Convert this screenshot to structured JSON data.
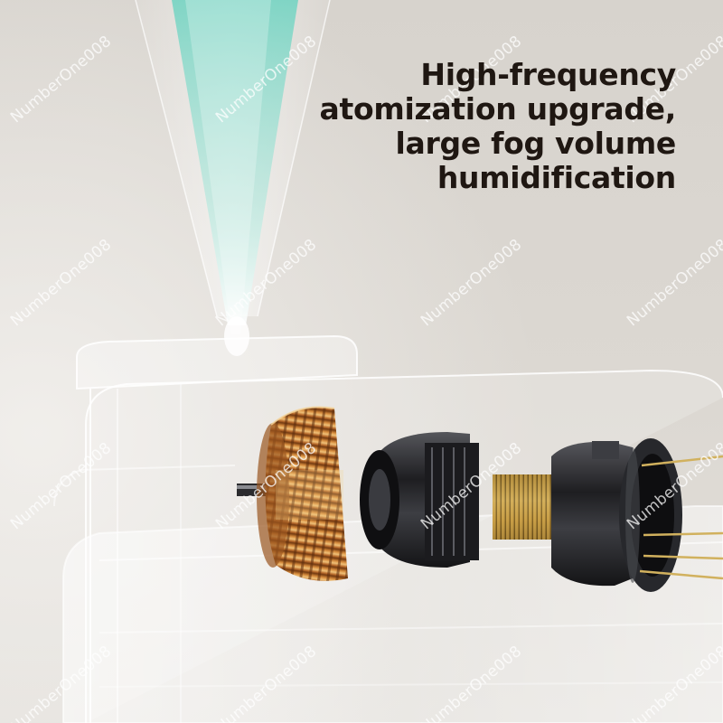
{
  "headline": {
    "lines": [
      "High-frequency",
      "atomization upgrade,",
      "large fog volume",
      "humidification"
    ]
  },
  "watermark": {
    "text": "NumberOne008"
  },
  "colors": {
    "background": "#d9d5cf",
    "headline_text": "#1f1712",
    "mist": "#7fd8c8",
    "copper": "#c9873d",
    "gold": "#d9b45a",
    "metal_dark": "#2a2a2d",
    "watermark": "#ffffff"
  }
}
